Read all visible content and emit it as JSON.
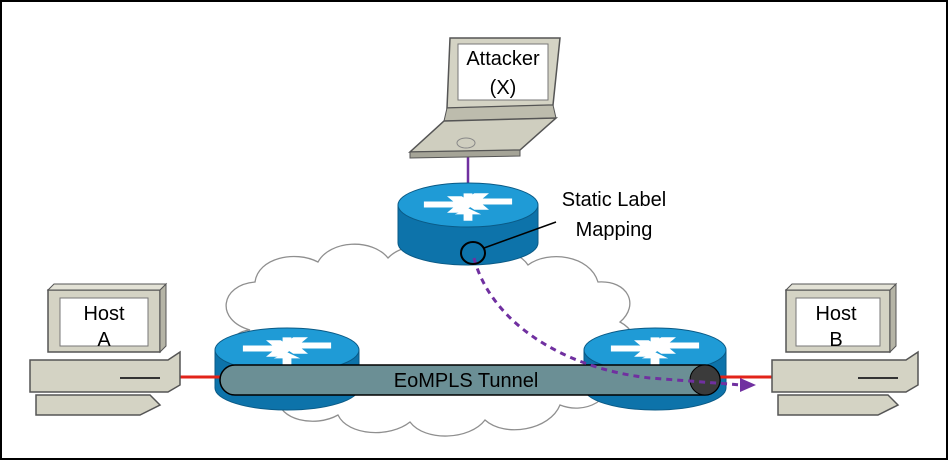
{
  "hosts": {
    "a": {
      "line1": "Host",
      "line2": "A"
    },
    "b": {
      "line1": "Host",
      "line2": "B"
    }
  },
  "attacker": {
    "line1": "Attacker",
    "line2": "(X)"
  },
  "tunnel": {
    "label": "EoMPLS Tunnel"
  },
  "annotation": {
    "line1": "Static Label",
    "line2": "Mapping"
  },
  "colors": {
    "router_top": "#1f9bd6",
    "router_side": "#0d73aa",
    "tunnel_fill": "#6b8f95",
    "host_link": "#e2231a",
    "attacker_link": "#7030a0",
    "computer_body": "#d4d3c4",
    "screen": "#ffffff"
  },
  "icons": [
    "router-icon",
    "desktop-computer-icon",
    "laptop-icon",
    "cloud-icon"
  ]
}
